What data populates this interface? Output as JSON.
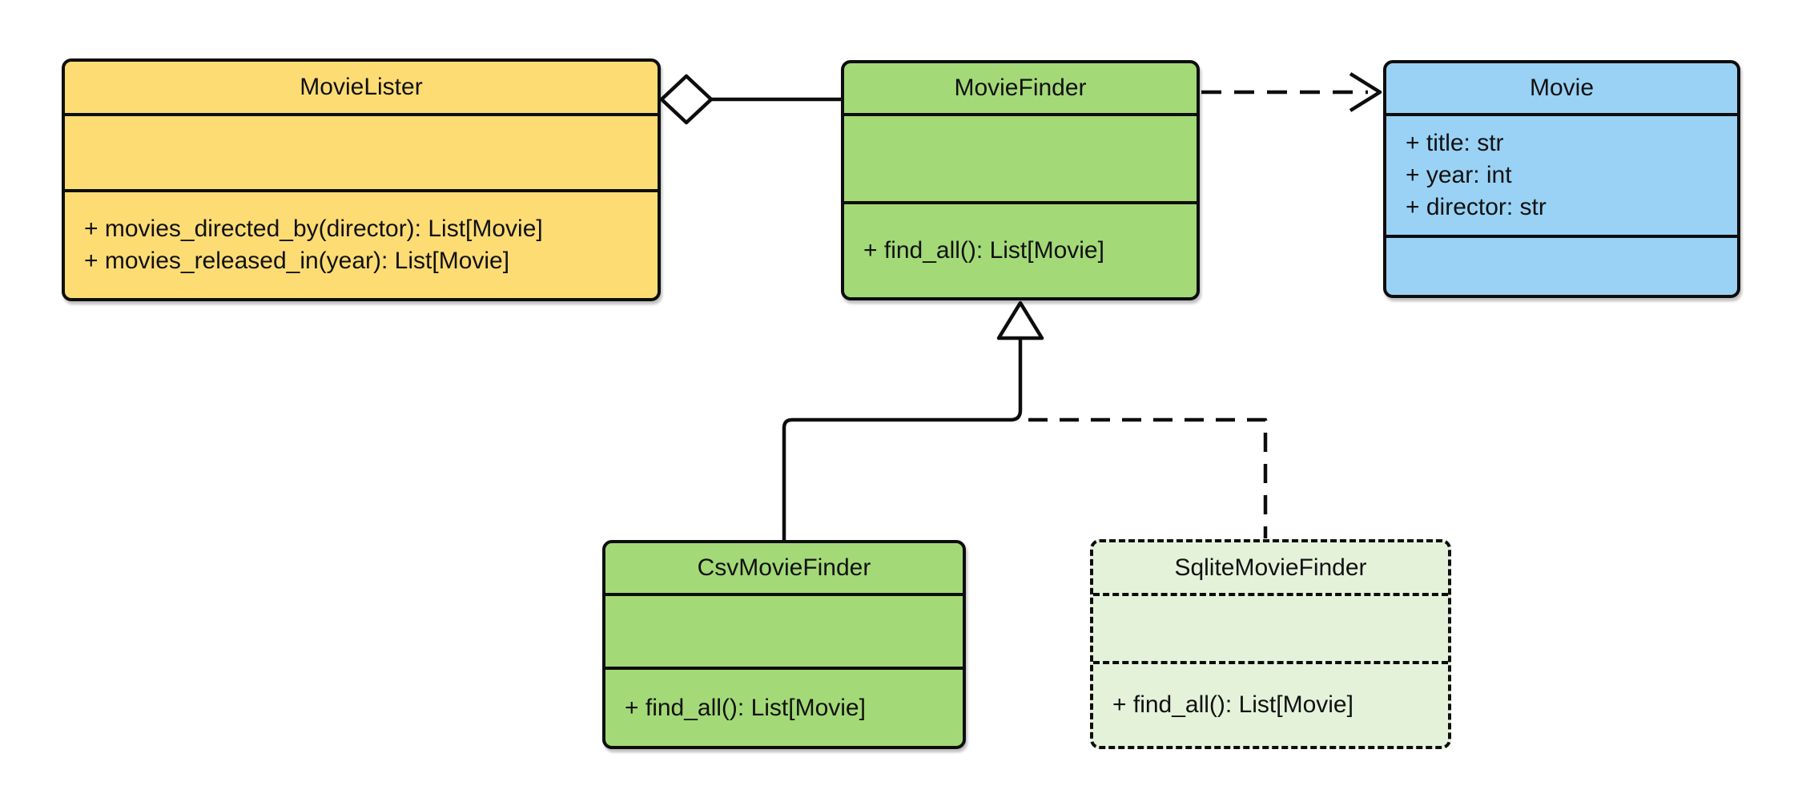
{
  "diagram": {
    "type": "uml-class-diagram",
    "background": "#ffffff",
    "stroke_color": "#0d0d0d",
    "classes": [
      {
        "name": "MovieLister",
        "fill": "#FDDC74",
        "border_style": "solid",
        "attributes": [],
        "methods": [
          "+ movies_directed_by(director): List[Movie]",
          "+ movies_released_in(year): List[Movie]"
        ]
      },
      {
        "name": "MovieFinder",
        "fill": "#A3D977",
        "border_style": "solid",
        "attributes": [],
        "methods": [
          "+ find_all(): List[Movie]"
        ]
      },
      {
        "name": "Movie",
        "fill": "#99D2F5",
        "border_style": "solid",
        "attributes": [
          "+ title: str",
          "+ year: int",
          "+ director: str"
        ],
        "methods": []
      },
      {
        "name": "CsvMovieFinder",
        "fill": "#A3D977",
        "border_style": "solid",
        "attributes": [],
        "methods": [
          "+ find_all(): List[Movie]"
        ]
      },
      {
        "name": "SqliteMovieFinder",
        "fill": "#E4F2DA",
        "border_style": "dashed",
        "attributes": [],
        "methods": [
          "+ find_all(): List[Movie]"
        ]
      }
    ],
    "relationships": [
      {
        "type": "aggregation",
        "from": "MovieLister",
        "to": "MovieFinder",
        "line": "solid",
        "marker": "hollow-diamond"
      },
      {
        "type": "dependency",
        "from": "MovieFinder",
        "to": "Movie",
        "line": "dashed",
        "marker": "open-arrow"
      },
      {
        "type": "generalization",
        "from": "CsvMovieFinder",
        "to": "MovieFinder",
        "line": "solid",
        "marker": "hollow-triangle"
      },
      {
        "type": "generalization",
        "from": "SqliteMovieFinder",
        "to": "MovieFinder",
        "line": "dashed",
        "marker": "hollow-triangle"
      }
    ]
  }
}
